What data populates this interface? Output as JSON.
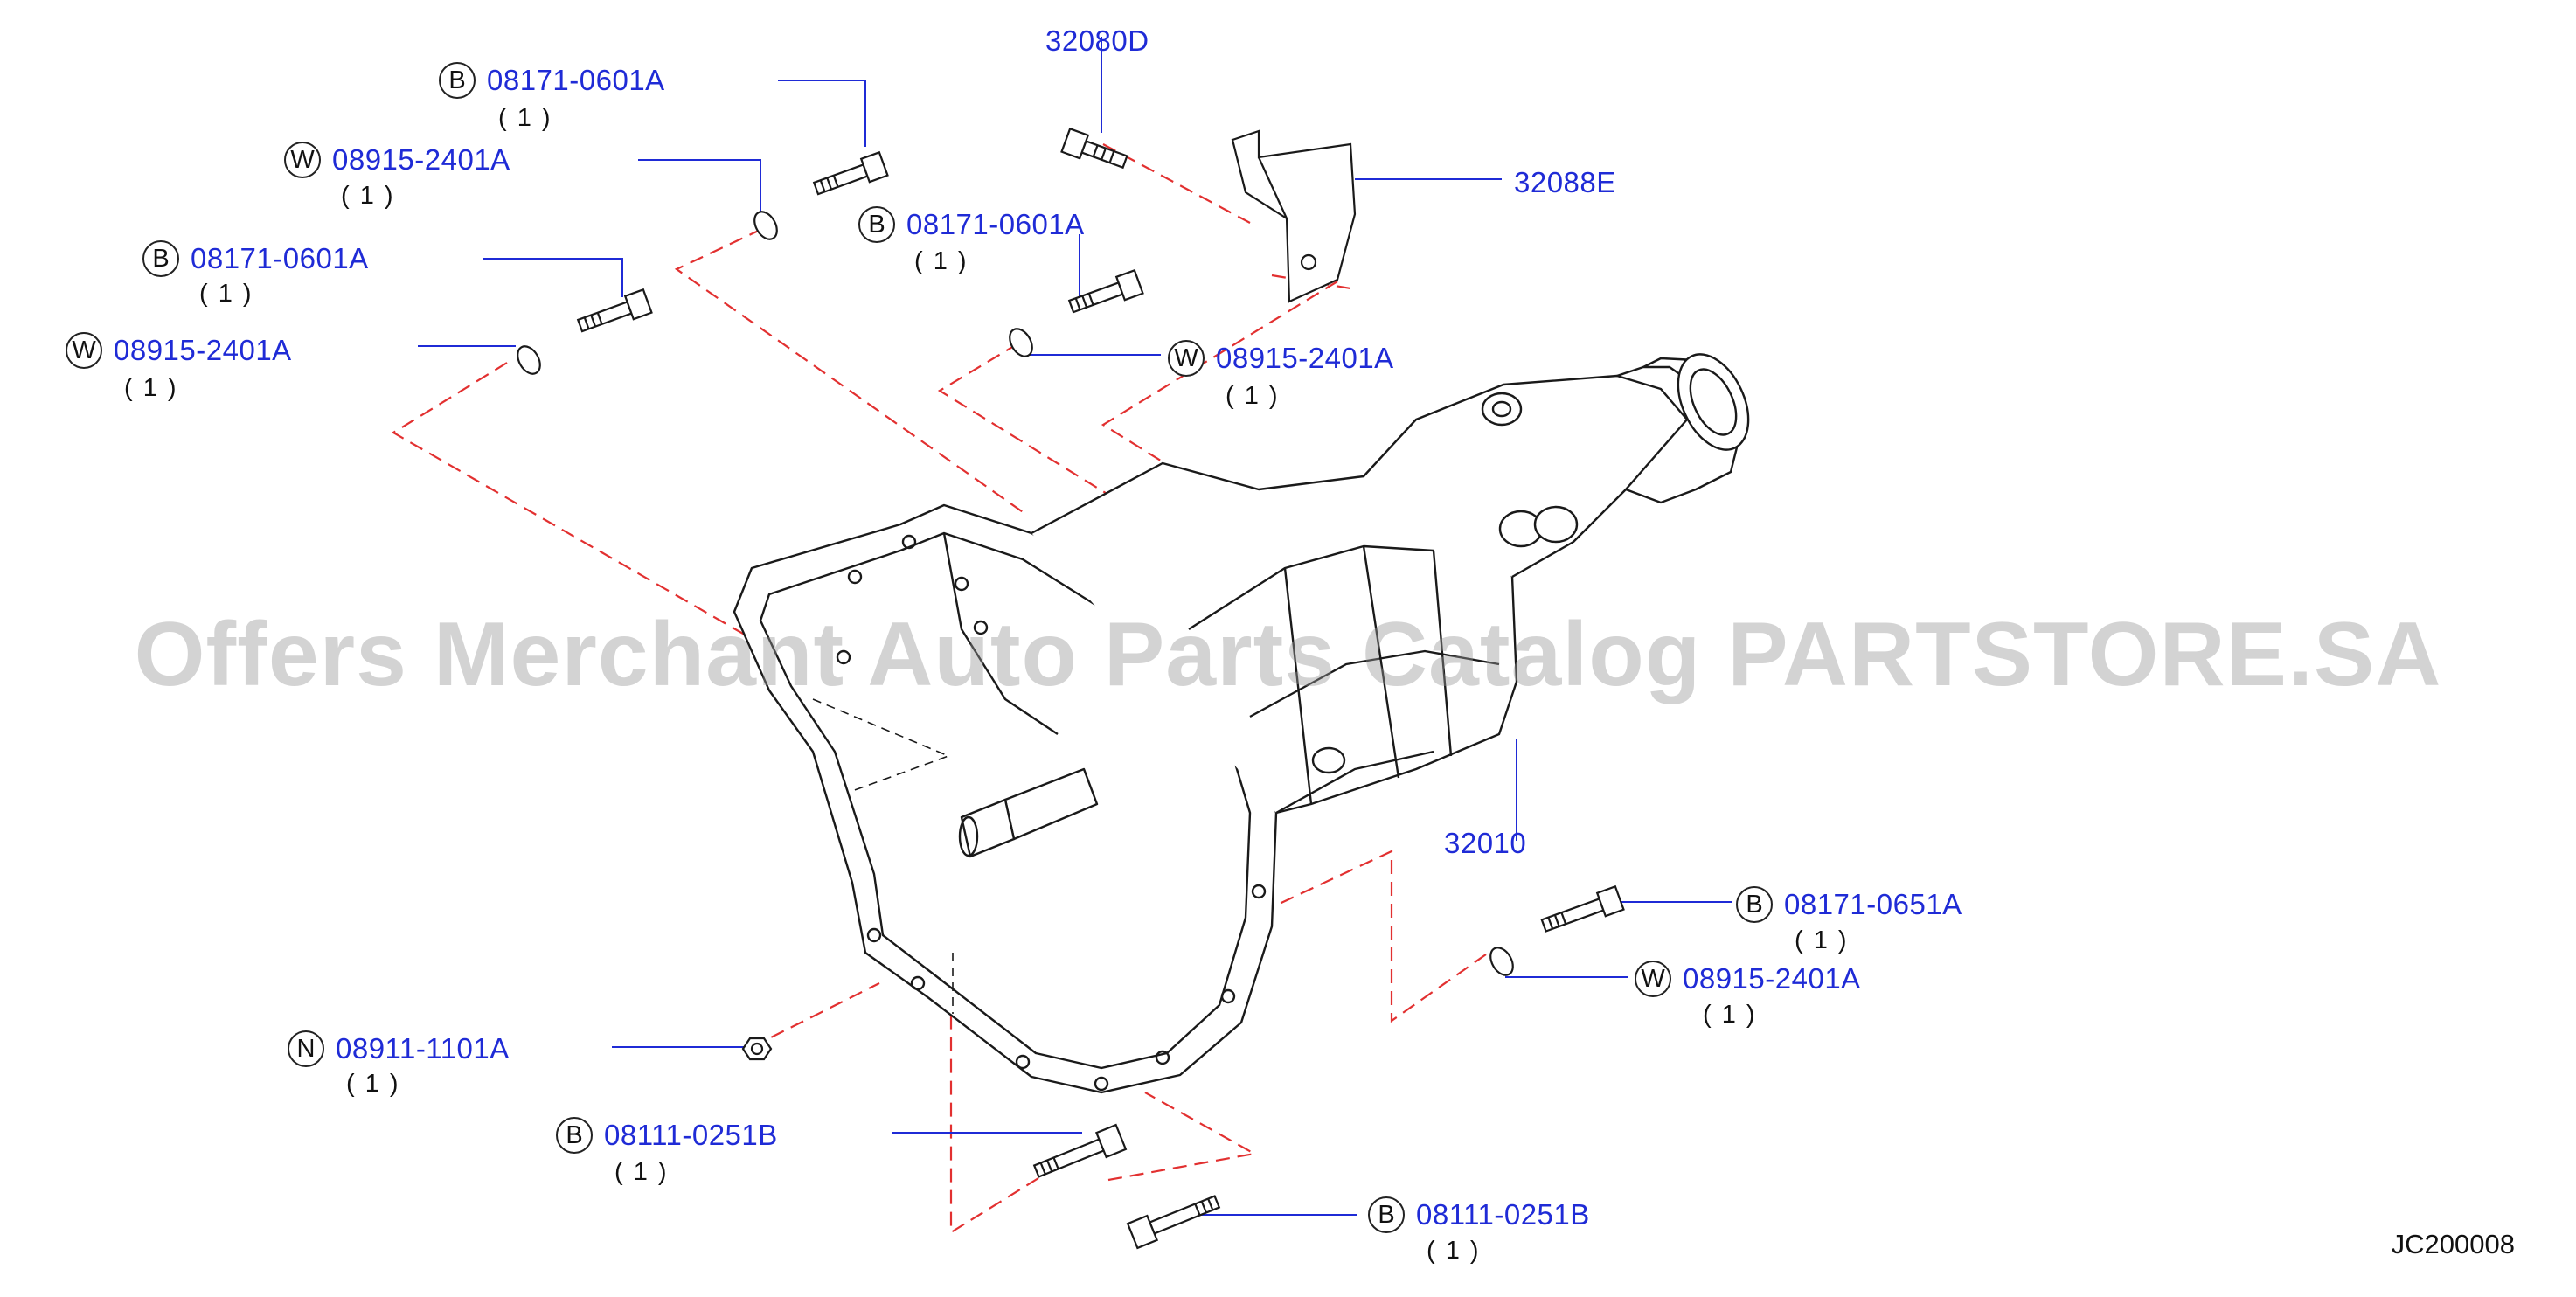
{
  "diagram_id": "JC200008",
  "watermark": "Offers Merchant Auto Parts Catalog PARTSTORE.SA",
  "callouts": [
    {
      "badge": "B",
      "part_no": "08171-0601A",
      "qty": "( 1 )"
    },
    {
      "badge": "W",
      "part_no": "08915-2401A",
      "qty": "( 1 )"
    },
    {
      "badge": "B",
      "part_no": "08171-0601A",
      "qty": "( 1 )"
    },
    {
      "badge": "W",
      "part_no": "08915-2401A",
      "qty": "( 1 )"
    },
    {
      "badge": "B",
      "part_no": "08171-0601A",
      "qty": "( 1 )"
    },
    {
      "badge": "W",
      "part_no": "08915-2401A",
      "qty": "( 1 )"
    },
    {
      "badge": "B",
      "part_no": "08171-0651A",
      "qty": "( 1 )"
    },
    {
      "badge": "W",
      "part_no": "08915-2401A",
      "qty": "( 1 )"
    },
    {
      "badge": "N",
      "part_no": "08911-1101A",
      "qty": "( 1 )"
    },
    {
      "badge": "B",
      "part_no": "08111-0251B",
      "qty": "( 1 )"
    },
    {
      "badge": "B",
      "part_no": "08111-0251B",
      "qty": "( 1 )"
    }
  ],
  "ref_parts": [
    {
      "part_no": "32080D"
    },
    {
      "part_no": "32088E"
    },
    {
      "part_no": "32010"
    }
  ],
  "colors": {
    "part_number": "#1f2bd6",
    "leader_line": "#1f2bd6",
    "dashed_line": "#e23030",
    "drawing": "#1a1a1a",
    "watermark": "#969696"
  }
}
